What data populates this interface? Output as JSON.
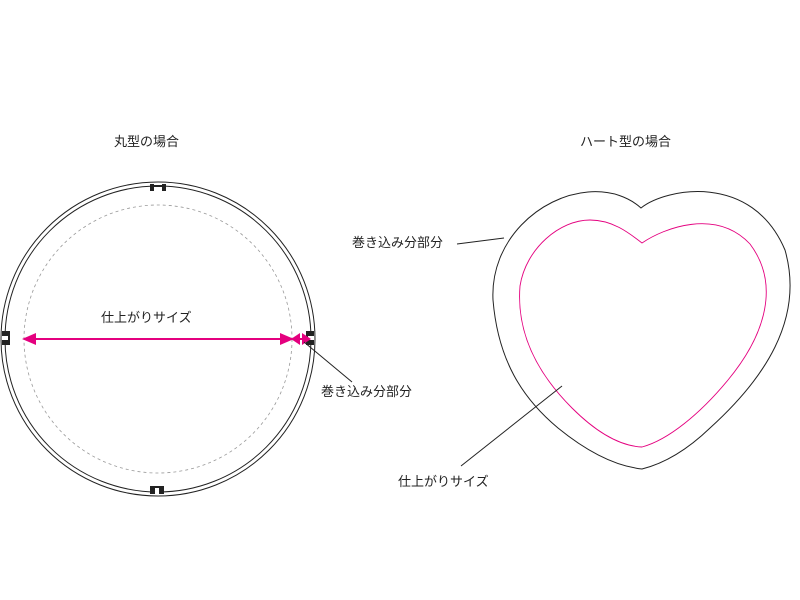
{
  "round": {
    "title": "丸型の場合",
    "finish_size_label": "仕上がりサイズ",
    "fold_label": "巻き込み分部分"
  },
  "heart": {
    "title": "ハート型の場合",
    "fold_label": "巻き込み分部分",
    "finish_size_label": "仕上がりサイズ"
  },
  "colors": {
    "accent": "#e4007f",
    "outline": "#222222",
    "guide": "#999999"
  }
}
